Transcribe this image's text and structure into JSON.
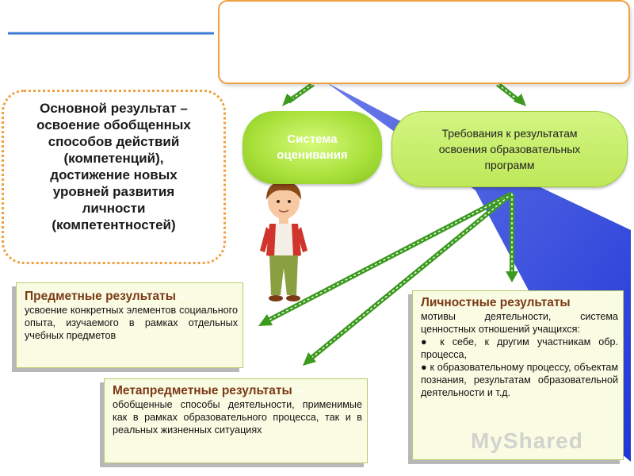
{
  "main_result": {
    "line1": "Основной результат –",
    "line2": "освоение обобщенных",
    "line3": "способов действий",
    "line4": "(компетенций),",
    "line5": "достижение новых",
    "line6": "уровней развития",
    "line7": "личности",
    "line8": "(компетентностей)"
  },
  "system_pill": {
    "line1": "Система",
    "line2": "оценивания"
  },
  "requirements_pill": {
    "line1": "Требования к результатам",
    "line2": "освоения образовательных",
    "line3": "программ"
  },
  "subject_results": {
    "title": "Предметные результаты",
    "dash": " –",
    "body": "усвоение конкретных элементов социального опыта, изучаемого в рамках отдельных учебных предметов"
  },
  "personal_results": {
    "title": "Личностные результаты",
    "body": "мотивы деятельности, система ценностных отношений учащихся:",
    "bullet1": "● к себе, к другим участникам обр. процесса,",
    "bullet2": "● к образовательному процессу, объектам познания, результатам образовательной деятельности и т.д."
  },
  "meta_results": {
    "title": "Метапредметные результаты",
    "dash": " –",
    "body": "обобщенные способы деятельности, применимые как в рамках образовательного процесса, так и в реальных жизненных ситуациях"
  },
  "watermark": "MyShared",
  "colors": {
    "accent_orange": "#f0a040",
    "pill_green": "#c9f06a",
    "arrow_green": "#3c9a1e",
    "title_brown": "#7a3a16",
    "deco_blue": "#2a40d0"
  }
}
